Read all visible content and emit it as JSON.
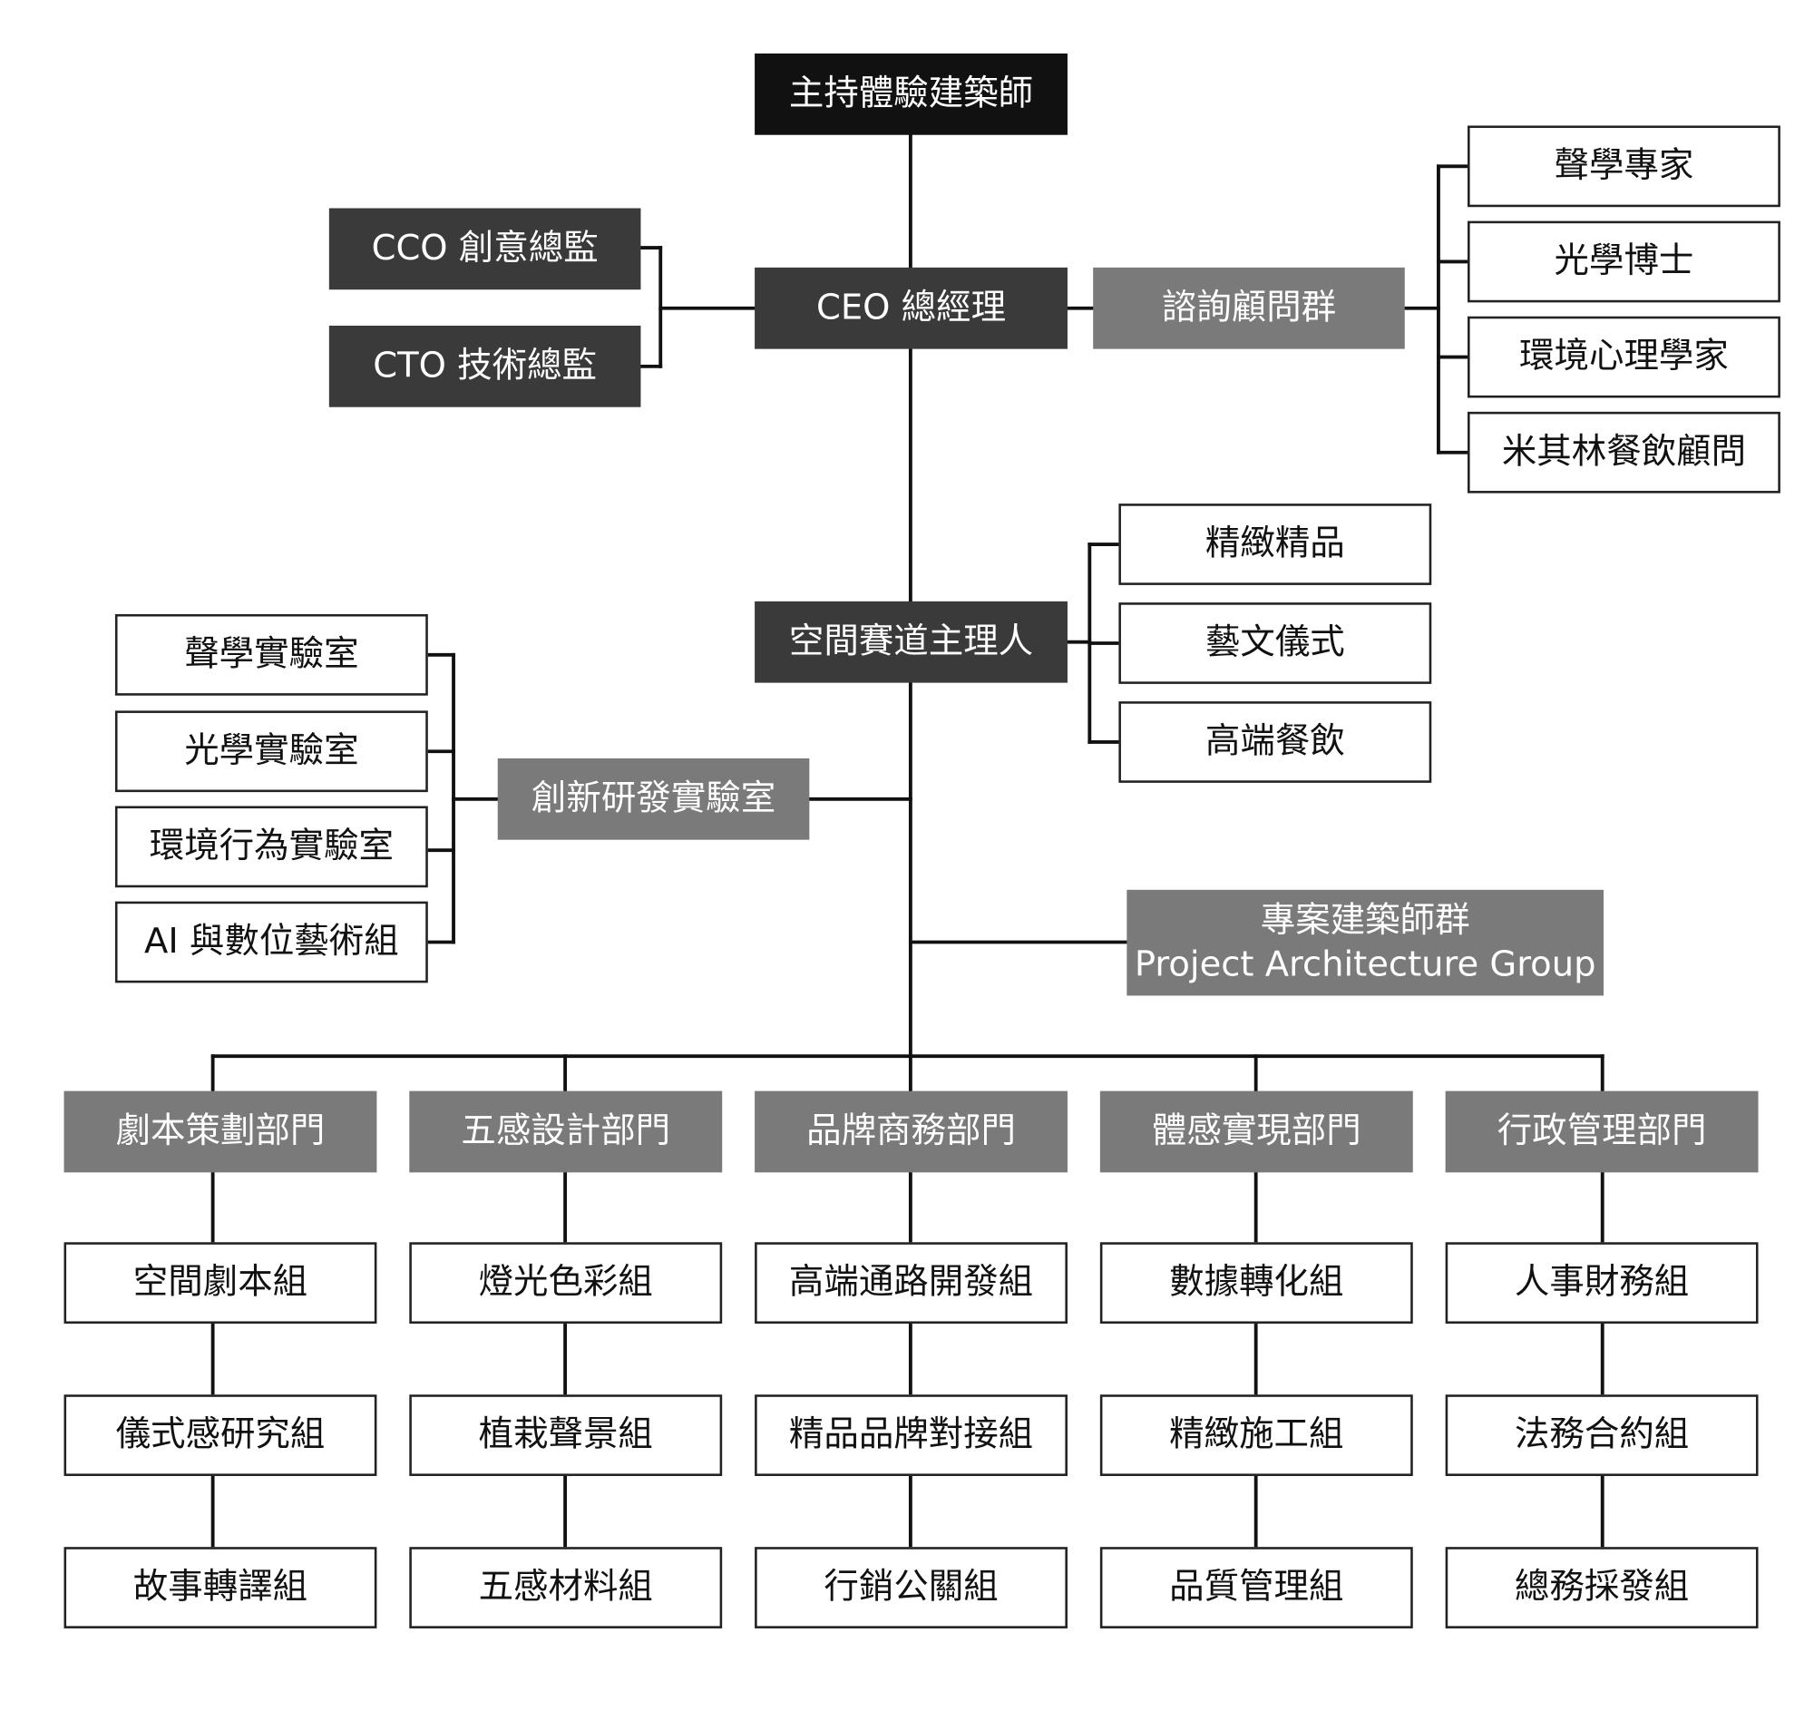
{
  "top": "主持體驗建築師",
  "ceo": "CEO 總經理",
  "cco": "CCO 創意總監",
  "cto": "CTO 技術總監",
  "advisors": {
    "title": "諮詢顧問群",
    "items": [
      "聲學專家",
      "光學博士",
      "環境心理學家",
      "米其林餐飲顧問"
    ]
  },
  "track_host": {
    "title": "空間賽道主理人",
    "items": [
      "精緻精品",
      "藝文儀式",
      "高端餐飲"
    ]
  },
  "rnd_lab": {
    "title": "創新研發實驗室",
    "items": [
      "聲學實驗室",
      "光學實驗室",
      "環境行為實驗室",
      "AI 與數位藝術組"
    ]
  },
  "project_group": {
    "title_zh": "專案建築師群",
    "title_en": "Project Architecture Group"
  },
  "departments": [
    {
      "name": "劇本策劃部門",
      "groups": [
        "空間劇本組",
        "儀式感研究組",
        "故事轉譯組"
      ]
    },
    {
      "name": "五感設計部門",
      "groups": [
        "燈光色彩組",
        "植栽聲景組",
        "五感材料組"
      ]
    },
    {
      "name": "品牌商務部門",
      "groups": [
        "高端通路開發組",
        "精品品牌對接組",
        "行銷公關組"
      ]
    },
    {
      "name": "體感實現部門",
      "groups": [
        "數據轉化組",
        "精緻施工組",
        "品質管理組"
      ]
    },
    {
      "name": "行政管理部門",
      "groups": [
        "人事財務組",
        "法務合約組",
        "總務採發組"
      ]
    }
  ],
  "colors": {
    "black": "#111111",
    "dark": "#3a3a3a",
    "grey": "#7a7a7a",
    "line": "#111111"
  }
}
